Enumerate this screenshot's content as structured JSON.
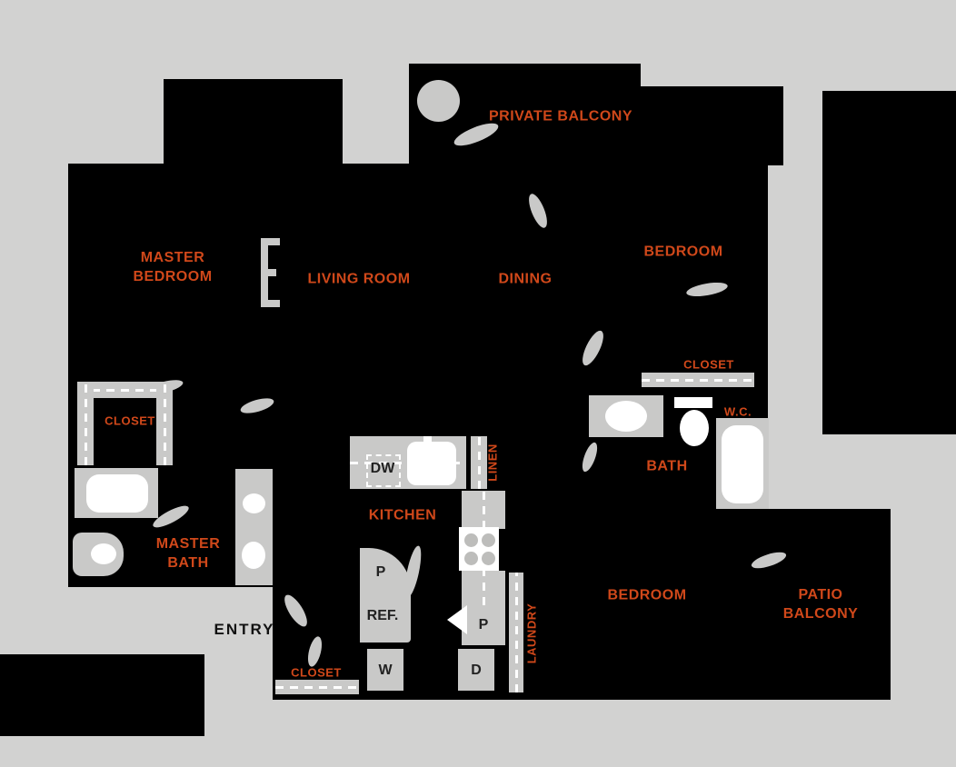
{
  "rooms": {
    "private_balcony": "PRIVATE BALCONY",
    "master_bedroom": "MASTER BEDROOM",
    "living_room": "LIVING ROOM",
    "dining": "DINING",
    "bedroom_top": "BEDROOM",
    "closet_right": "CLOSET",
    "wc": "W.C.",
    "bath": "BATH",
    "closet_left": "CLOSET",
    "master_bath": "MASTER BATH",
    "kitchen": "KITCHEN",
    "linen": "LINEN",
    "laundry": "LAUNDRY",
    "bedroom_bottom": "BEDROOM",
    "patio_balcony": "PATIO BALCONY",
    "closet_bottom": "CLOSET",
    "entry": "ENTRY"
  },
  "appliances": {
    "dishwasher": "DW",
    "refrigerator": "REF.",
    "washer": "W",
    "dryer": "D",
    "pantry1": "P",
    "pantry2": "P"
  },
  "colors": {
    "background": "#d2d2d1",
    "floor": "#000000",
    "room_label": "#d0481a",
    "fixture": "#c9c9c8",
    "fixture_white": "#ffffff",
    "appliance_text": "#222222",
    "entry_text": "#111111"
  }
}
